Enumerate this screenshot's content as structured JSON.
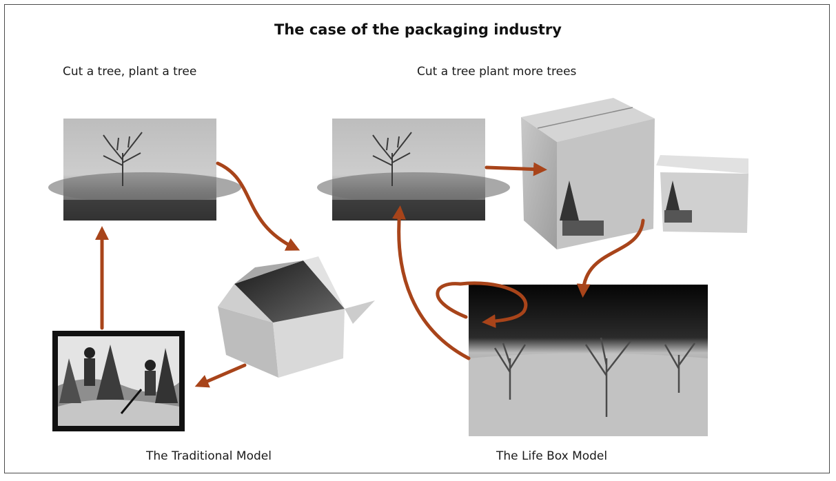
{
  "title": "The case of the packaging industry",
  "left": {
    "heading": "Cut a tree, plant a tree",
    "caption": "The Traditional Model"
  },
  "right": {
    "heading": "Cut a tree plant more trees",
    "caption": "The Life Box Model"
  },
  "colors": {
    "arrow": "#a8441a",
    "frame": "#4a4a4a"
  }
}
